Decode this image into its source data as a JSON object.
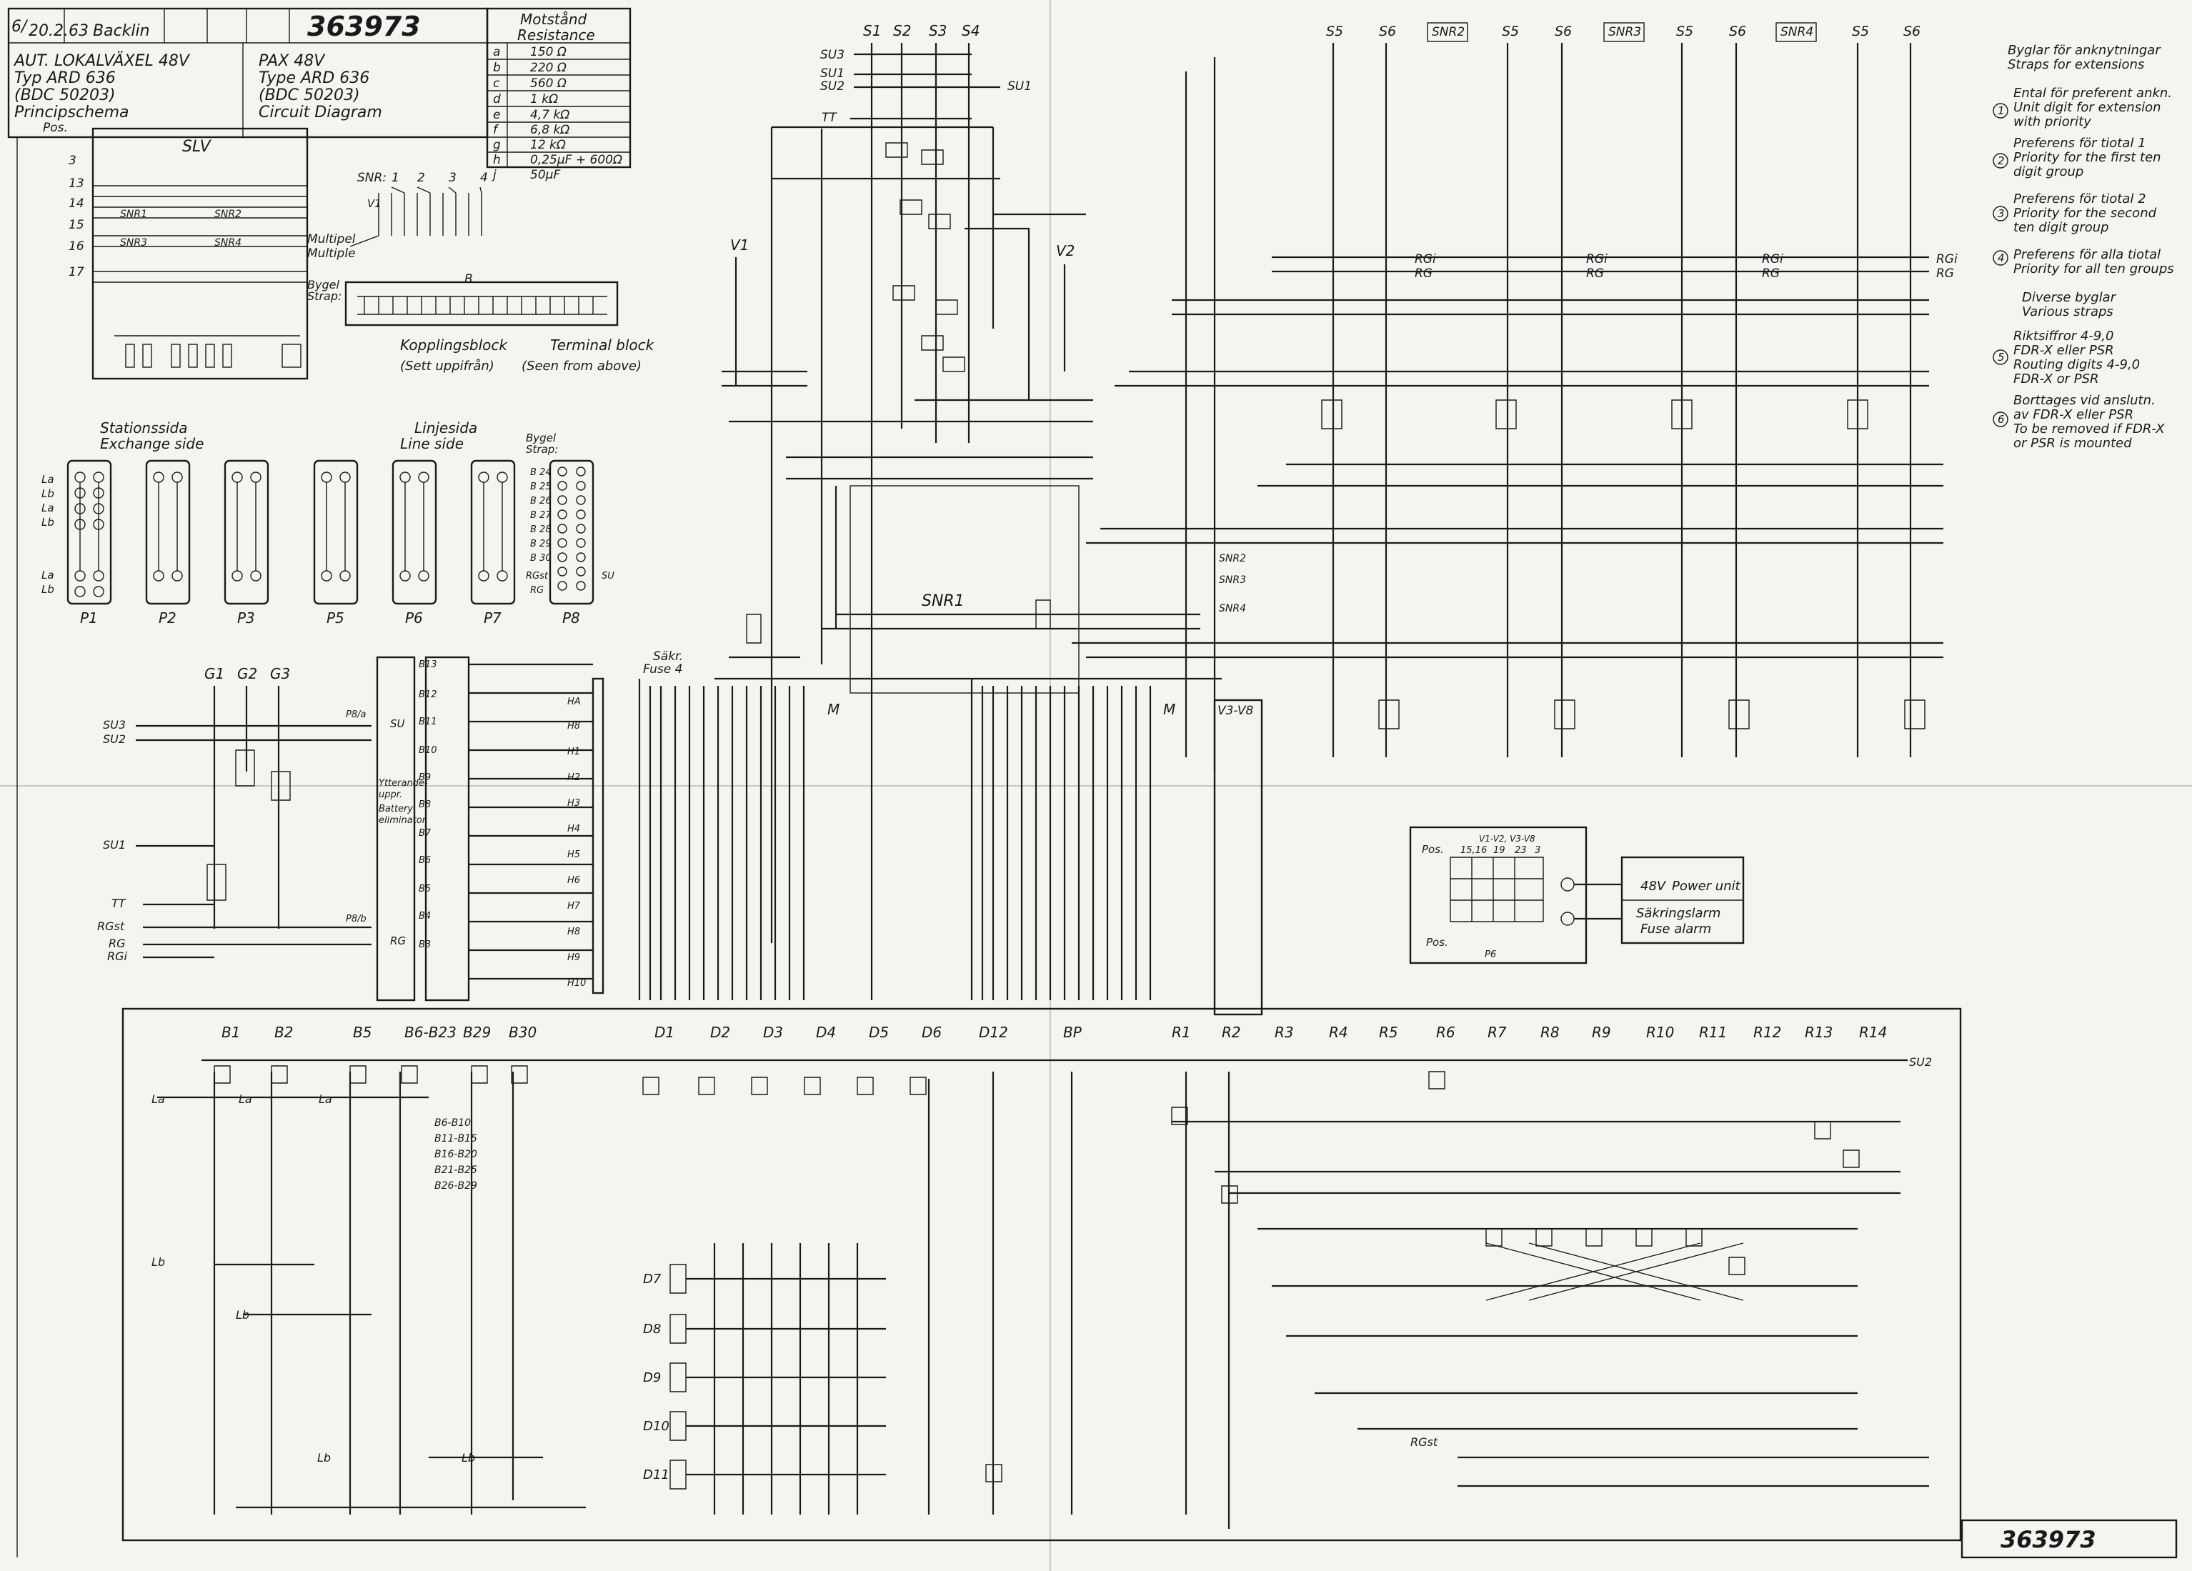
{
  "title_block": {
    "drawing_number": "363973",
    "date": "20.2.63",
    "drawn_by": "Backlin",
    "revision": "6/",
    "title_sv": [
      "AUT. LOKALVÄXEL 48V",
      "Typ ARD 636",
      "(BDC 50203)",
      "Principschema"
    ],
    "title_en": [
      "PAX 48V",
      "Type ARD 636",
      "(BDC 50203)",
      "Circuit Diagram"
    ],
    "bottom_number": "363973"
  },
  "resistance_table": {
    "heading": [
      "Motstånd",
      "Resistance"
    ],
    "rows": [
      {
        "key": "a",
        "value": "150 Ω"
      },
      {
        "key": "b",
        "value": "220 Ω"
      },
      {
        "key": "c",
        "value": "560 Ω"
      },
      {
        "key": "d",
        "value": "1 kΩ"
      },
      {
        "key": "e",
        "value": "4,7 kΩ"
      },
      {
        "key": "f",
        "value": "6,8 kΩ"
      },
      {
        "key": "g",
        "value": "12 kΩ"
      },
      {
        "key": "h",
        "value": "0,25μF + 600Ω"
      },
      {
        "key": "j",
        "value": "50μF"
      }
    ]
  },
  "straps_legend": {
    "heading": [
      "Byglar för anknytningar",
      "Straps for extensions"
    ],
    "items": [
      {
        "num": "1",
        "lines": [
          "Ental för preferent ankn.",
          "Unit digit for extension",
          "with priority"
        ]
      },
      {
        "num": "2",
        "lines": [
          "Preferens för tiotal 1",
          "Priority for the first ten",
          "digit group"
        ]
      },
      {
        "num": "3",
        "lines": [
          "Preferens för tiotal 2",
          "Priority for the second",
          "ten digit group"
        ]
      },
      {
        "num": "4",
        "lines": [
          "Preferens för alla tiotal",
          "Priority for all ten groups"
        ]
      }
    ],
    "various_heading": [
      "Diverse byglar",
      "Various straps"
    ],
    "various": [
      {
        "num": "5",
        "lines": [
          "Riktsiffror 4-9,0",
          "FDR-X eller PSR",
          "Routing digits 4-9,0",
          "FDR-X or PSR"
        ]
      },
      {
        "num": "6",
        "lines": [
          "Borttages vid anslutn.",
          "av FDR-X eller PSR",
          "To be removed if FDR-X",
          "or PSR is mounted"
        ]
      }
    ]
  },
  "slv_panel": {
    "label": "SLV",
    "positions": [
      "Pos.",
      "3",
      "13",
      "14",
      "15",
      "16",
      "17"
    ],
    "snr_labels": [
      "SNR1",
      "SNR2",
      "SNR3",
      "SNR4"
    ]
  },
  "multiple": {
    "snr_label": "SNR:",
    "numbers": [
      "1",
      "2",
      "3",
      "4"
    ],
    "vlabel": "V1",
    "caption": [
      "Multipel",
      "Multiple"
    ]
  },
  "terminal_block": {
    "bygel": [
      "Bygel",
      "Strap:"
    ],
    "caption_sv": "Kopplingsblock",
    "caption_en": "Terminal block",
    "sub_sv": "(Sett uppifrån)",
    "sub_en": "(Seen from above)",
    "b_label": "B"
  },
  "connectors": {
    "exchange_side": [
      "Stationssida",
      "Exchange side"
    ],
    "line_side": [
      "Linjesida",
      "Line side"
    ],
    "left_labels": [
      "La",
      "Lb",
      "La",
      "Lb",
      "La",
      "Lb"
    ],
    "plugs": [
      "P1",
      "P2",
      "P3",
      "P5",
      "P6",
      "P7",
      "P8"
    ],
    "p8_labels": [
      "B 24",
      "B 25",
      "B 26",
      "B 27",
      "B 28",
      "B 29",
      "B 30",
      "RGst",
      "RG",
      "SU"
    ],
    "bygel": [
      "Bygel",
      "Strap:"
    ]
  },
  "switch_labels": {
    "top": [
      "S1",
      "S2",
      "S3",
      "S4"
    ],
    "su": [
      "SU3",
      "SU1",
      "SU2",
      "TT",
      "SU1"
    ],
    "v": [
      "V1",
      "V2"
    ],
    "snr1": "SNR1",
    "fuse": [
      "Säkr.",
      "Fuse 4"
    ],
    "m": [
      "M",
      "M"
    ],
    "v3v8": "V3-V8",
    "snr_cols": [
      "S5",
      "S6",
      "SNR2",
      "S5",
      "S6",
      "SNR3",
      "S5",
      "S6",
      "SNR4",
      "S5",
      "S6"
    ],
    "rg": [
      "RGi",
      "RG",
      "RGi",
      "RG",
      "RGi",
      "RG",
      "RGi",
      "RG"
    ],
    "snr_side": [
      "SNR2",
      "SNR3",
      "SNR4"
    ]
  },
  "g_section": {
    "labels": [
      "G1",
      "G2",
      "G3"
    ],
    "left": [
      "SU3",
      "SU2",
      "SU1",
      "TT",
      "RGst",
      "RG",
      "RGi"
    ],
    "battery": [
      "Ytterande-",
      "uppr.",
      "Battery",
      "eliminator"
    ],
    "su": "SU",
    "rg": "RG",
    "p8a": "P8/a",
    "p8b": "P8/b",
    "b_taps": [
      "B13",
      "B12",
      "B11",
      "B10",
      "B9",
      "B8",
      "B7",
      "B6",
      "B5",
      "B4",
      "B3"
    ],
    "h_taps": [
      "HA",
      "H8",
      "H1",
      "H2",
      "H3",
      "H4",
      "H5",
      "H6",
      "H7",
      "H8",
      "H9",
      "H10"
    ]
  },
  "relays_bottom": {
    "b": [
      "B1",
      "B2",
      "B5",
      "B6-B23",
      "B29",
      "B30"
    ],
    "d": [
      "D1",
      "D2",
      "D3",
      "D4",
      "D5",
      "D6",
      "D12",
      "BP"
    ],
    "r": [
      "R1",
      "R2",
      "R3",
      "R4",
      "R5",
      "R6",
      "R7",
      "R8",
      "R9",
      "R10",
      "R11",
      "R12",
      "R13",
      "R14"
    ],
    "d_lower": [
      "D7",
      "D8",
      "D9",
      "D10",
      "D11"
    ],
    "b_ranges": [
      "B6-B10",
      "B11-B15",
      "B16-B20",
      "B21-B25",
      "B26-B29"
    ],
    "la_lb": [
      "La",
      "Lb",
      "La",
      "La",
      "Lb",
      "Lb",
      "Lb"
    ],
    "su2": "SU2",
    "rgst": "RGst"
  },
  "power": {
    "pos_label": "Pos.",
    "pos_cols": [
      "15,16",
      "19",
      "23",
      "3"
    ],
    "header": "V1-V2, V3-V8",
    "voltage": "48V",
    "power_unit": "Power unit",
    "alarm_sv": "Säkringslarm",
    "alarm_en": "Fuse alarm",
    "bottom_pos": "Pos.",
    "p6": "P6"
  }
}
